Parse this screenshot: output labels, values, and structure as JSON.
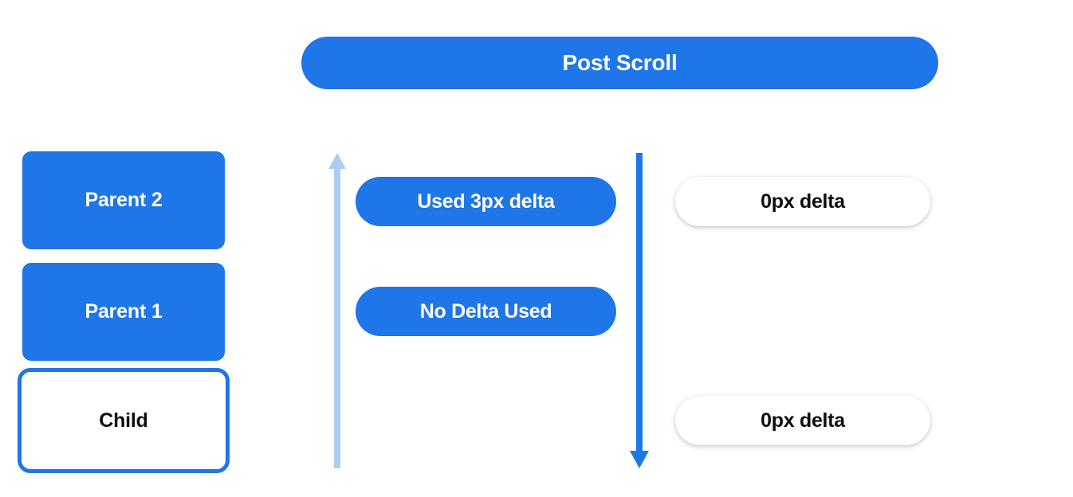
{
  "diagram": {
    "title": "Post Scroll",
    "nodes": [
      {
        "label": "Parent 2",
        "style": "filled"
      },
      {
        "label": "Parent 1",
        "style": "filled"
      },
      {
        "label": "Child",
        "style": "outlined"
      }
    ],
    "arrows": [
      {
        "name": "scroll-up-arrow",
        "direction": "up",
        "color": "#aecbf4"
      },
      {
        "name": "scroll-down-arrow",
        "direction": "down",
        "color": "#1f76e8"
      }
    ],
    "annotations": [
      {
        "label": "Used 3px delta",
        "style": "blue"
      },
      {
        "label": "No Delta Used",
        "style": "blue"
      },
      {
        "label": "0px delta",
        "style": "white"
      },
      {
        "label": "0px delta",
        "style": "white"
      }
    ]
  },
  "colors": {
    "accent_blue": "#1f76e8",
    "light_blue": "#aecbf4",
    "text_dark": "#0d0d0d",
    "background": "#ffffff"
  }
}
